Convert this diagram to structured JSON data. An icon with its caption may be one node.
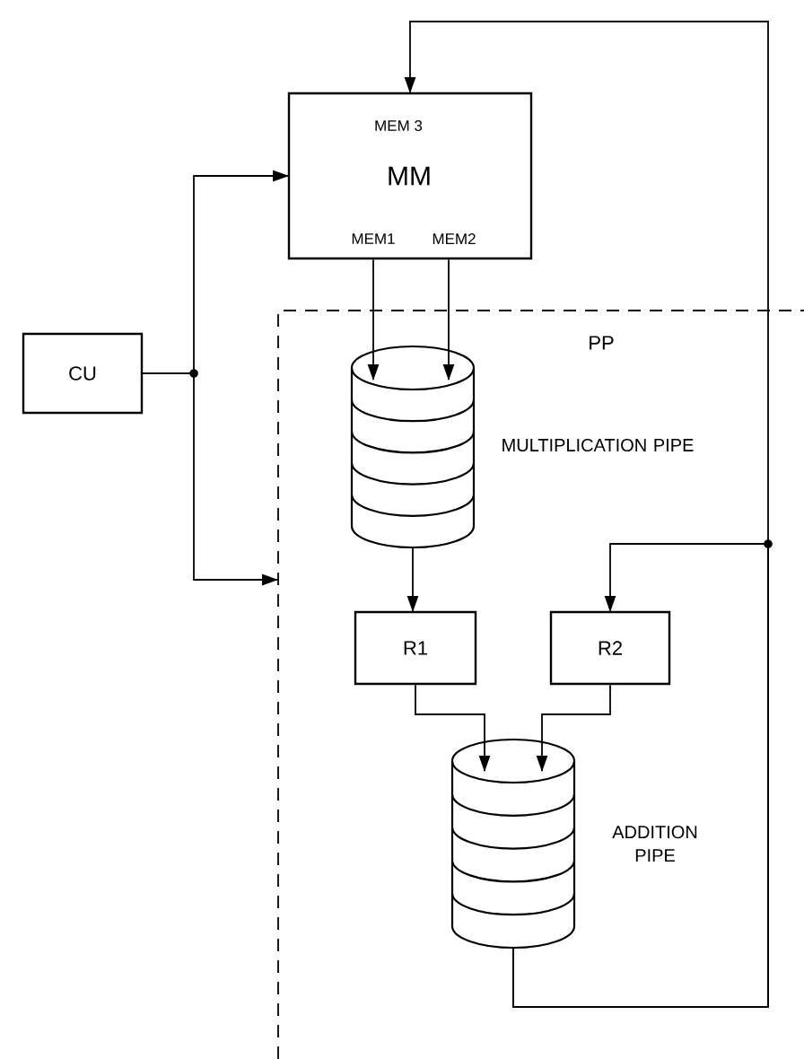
{
  "diagram": {
    "nodes": [
      {
        "text": [
          "MEM 3",
          "MM",
          "MEM1",
          "MEM2"
        ]
      },
      {
        "text": [
          "CU"
        ]
      },
      {
        "text": [
          "PP"
        ]
      },
      {
        "text": [],
        "shape": "cylinder",
        "in": 2,
        "beside": [
          "MULTIPLICATION PIPE"
        ]
      },
      {
        "text": [
          "R1"
        ],
        "in": 2
      },
      {
        "text": [
          "R2"
        ],
        "in": 2
      },
      {
        "text": [],
        "shape": "cylinder",
        "in": 2,
        "beside": [
          "ADDITION PIPE"
        ]
      }
    ],
    "edges": [
      {
        "from": 1,
        "to": 0,
        "arrow": "to"
      },
      {
        "from": 1,
        "to": 2,
        "arrow": "to"
      },
      {
        "from": 0,
        "to": 3,
        "arrow": "to"
      },
      {
        "from": 0,
        "to": 3,
        "arrow": "to"
      },
      {
        "from": 3,
        "to": 4,
        "arrow": "to"
      },
      {
        "from": 4,
        "to": 6,
        "arrow": "to"
      },
      {
        "from": 5,
        "to": 6,
        "arrow": "to"
      },
      {
        "from": 6,
        "to": 0,
        "arrow": "to"
      },
      {
        "from": 6,
        "to": 5,
        "arrow": "to"
      }
    ]
  }
}
